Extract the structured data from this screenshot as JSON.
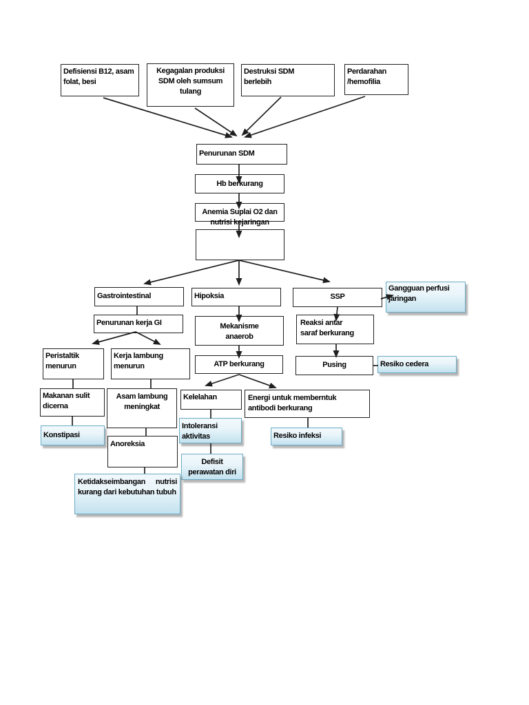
{
  "style": {
    "box_border": "#1f1f1f",
    "arrow_color": "#1f1f1f",
    "blue_fill_top": "#eaf5fa",
    "blue_fill_bottom": "#c3e2ef",
    "blue_border": "#6aaac4",
    "shadow_color": "rgba(120,120,120,0.55)",
    "text_color": "#000000",
    "page_bg": "#ffffff"
  },
  "nodes": {
    "defisiensi": {
      "label": "Defisiensi B12, asam folat, besi"
    },
    "kegagalan": {
      "label": "Kegagalan produksi SDM oleh sumsum tulang"
    },
    "destruksi": {
      "label": "Destruksi SDM berlebih"
    },
    "perdarahan": {
      "label": "Perdarahan /hemofilia"
    },
    "penurunan_sdm": {
      "label": "Penurunan SDM"
    },
    "hb_berkurang": {
      "label": "Hb berkurang"
    },
    "anemia": {
      "label": "Anemia Suplai O2 dan nutrisi kejaringan"
    },
    "kosong": {
      "label": ""
    },
    "gastrointestinal": {
      "label": "Gastrointestinal"
    },
    "hipoksia": {
      "label": "Hipoksia"
    },
    "ssp": {
      "label": "SSP"
    },
    "gangguan_perfusi": {
      "label": "Gangguan perfusi jaringan"
    },
    "penurunan_kerja_gi": {
      "label": "Penurunan kerja GI"
    },
    "mekanisme_anaerob": {
      "label": "Mekanisme anaerob"
    },
    "reaksi_saraf": {
      "label": "Reaksi antar saraf berkurang"
    },
    "peristaltik": {
      "label": "Peristaltik menurun"
    },
    "kerja_lambung": {
      "label": "Kerja lambung menurun"
    },
    "atp": {
      "label": "ATP berkurang"
    },
    "pusing": {
      "label": "Pusing"
    },
    "resiko_cedera": {
      "label": "Resiko cedera"
    },
    "makanan_sulit": {
      "label": "Makanan sulit dicerna"
    },
    "asam_lambung": {
      "label": "Asam lambung meningkat"
    },
    "kelelahan": {
      "label": "Kelelahan"
    },
    "energi_antibodi": {
      "label": "Energi untuk memberntuk antibodi berkurang"
    },
    "konstipasi": {
      "label": "Konstipasi"
    },
    "intoleransi": {
      "label": "Intoleransi aktivitas"
    },
    "resiko_infeksi": {
      "label": "Resiko infeksi"
    },
    "anoreksia": {
      "label": "Anoreksia"
    },
    "defisit_perawatan": {
      "label": "Defisit perawatan diri"
    },
    "ketidakseimbangan": {
      "label": "Ketidakseimbangan nutrisi kurang dari kebutuhan tubuh"
    }
  }
}
